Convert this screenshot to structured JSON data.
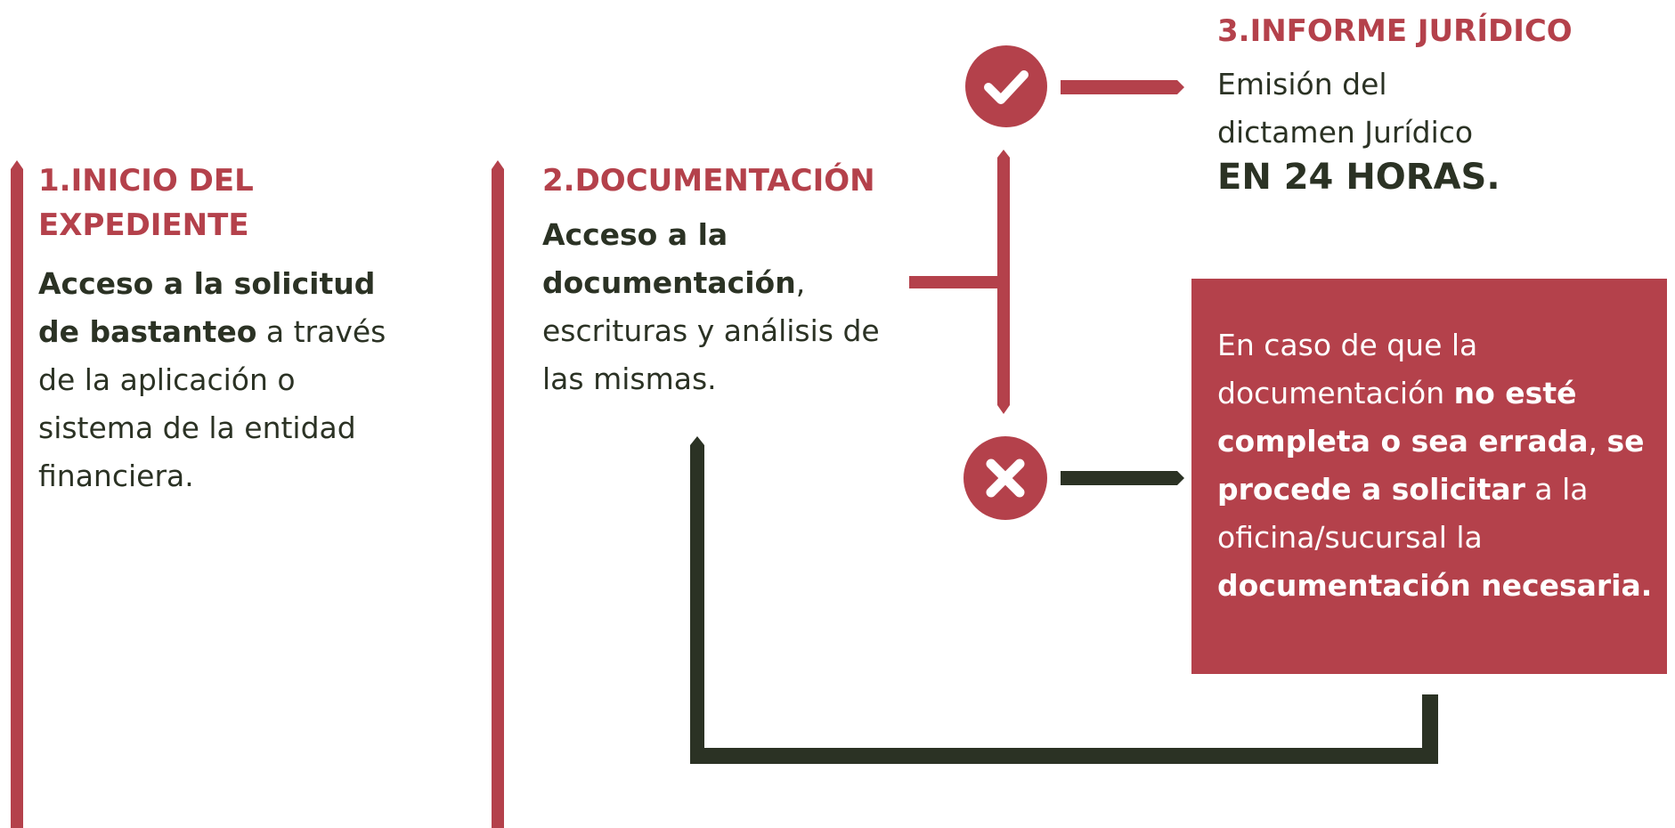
{
  "colors": {
    "accent": "#b4414b",
    "dark": "#2b3224",
    "white": "#ffffff"
  },
  "step1": {
    "title_line1": "1.INICIO DEL",
    "title_line2": "EXPEDIENTE",
    "bold_line1": "Acceso a la solicitud",
    "bold_line2": "de bastanteo",
    "text_line2_rest": " a través",
    "text_line3": "de la aplicación o",
    "text_line4": "sistema de la entidad",
    "text_line5": "financiera."
  },
  "step2": {
    "title": "2.DOCUMENTACIÓN",
    "bold_line1": "Acceso a la",
    "bold_line2": "documentación",
    "text_line2_rest": ",",
    "text_line3": "escrituras y análisis de",
    "text_line4": "las mismas."
  },
  "step3": {
    "title": "3.INFORME JURÍDICO",
    "text_line1": "Emisión del",
    "text_line2": "dictamen Jurídico",
    "bold_line3": "EN 24 HORAS."
  },
  "error_box": {
    "line1": "En caso de que la",
    "line2_a": "documentación ",
    "line2_b": "no esté",
    "line3_a": "completa o sea errada",
    "line3_b": ", ",
    "line3_c": "se",
    "line4_a": "procede a solicitar",
    "line4_b": " a la",
    "line5": "oficina/sucursal la",
    "line6": "documentación necesaria."
  },
  "icons": {
    "success": "check-circle-icon",
    "failure": "x-circle-icon"
  }
}
